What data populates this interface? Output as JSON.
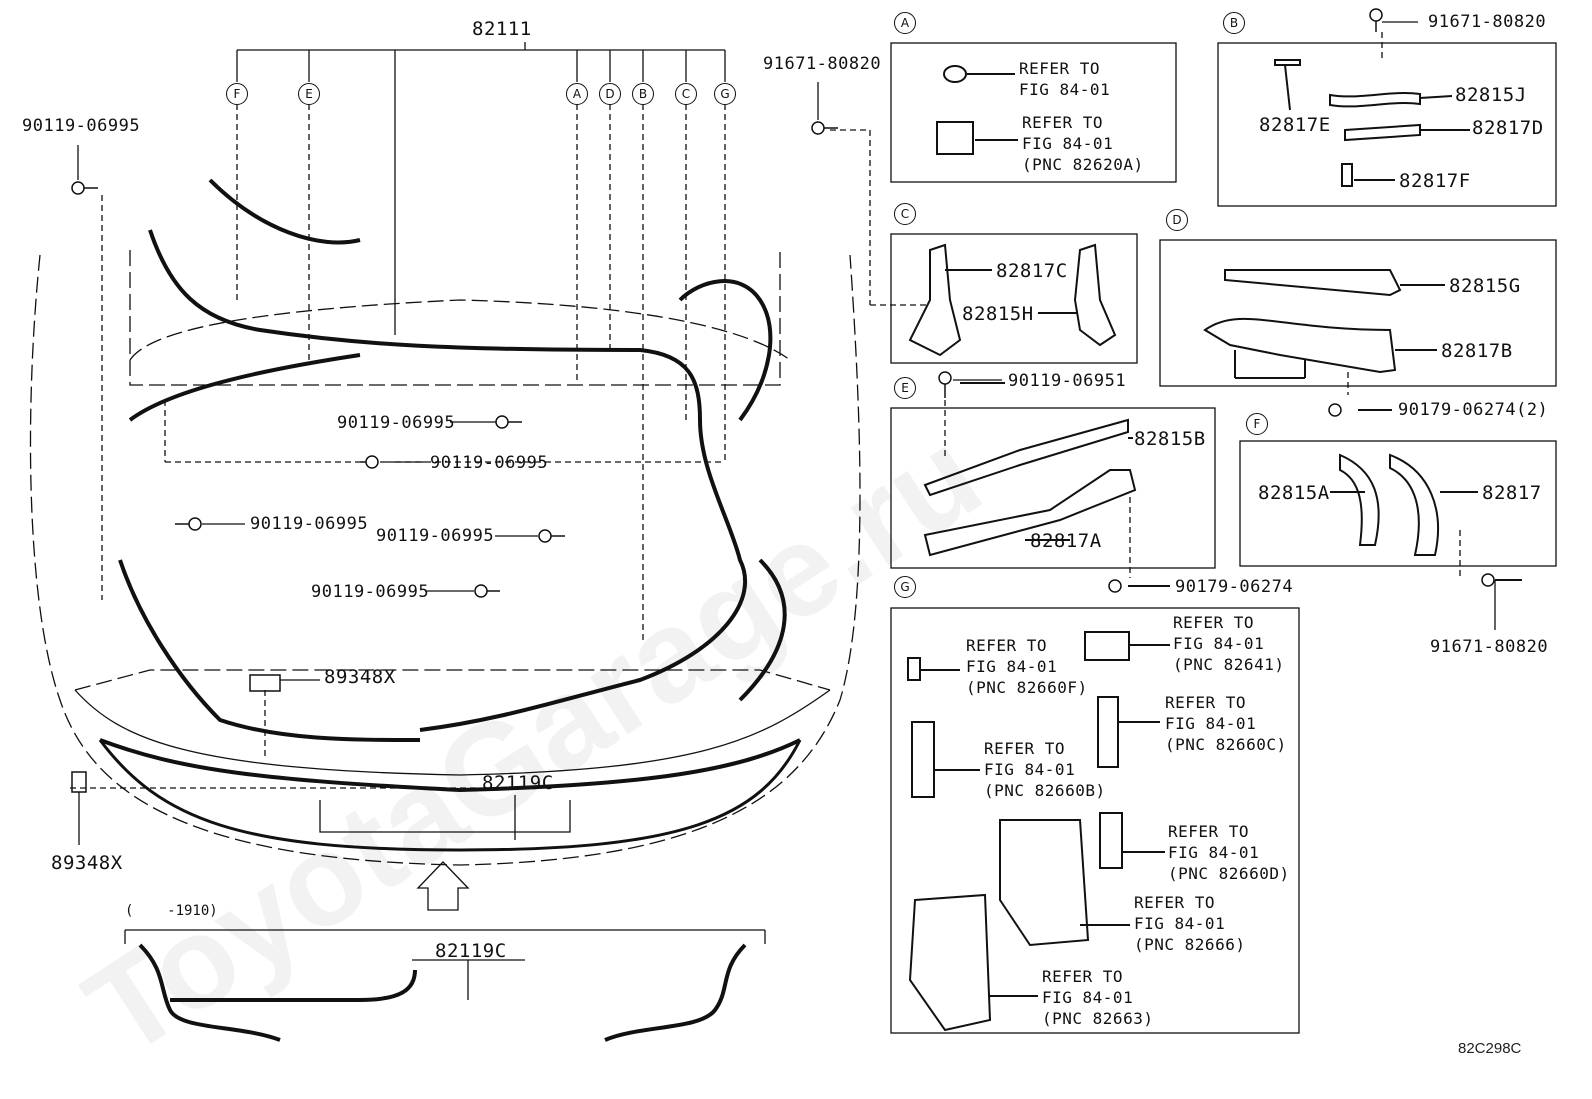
{
  "watermark": "ToyotaGarage.ru",
  "diagram_code": "82C298C",
  "main": {
    "part_82111": "82111",
    "callouts_top": [
      "F",
      "E",
      "A",
      "D",
      "B",
      "C",
      "G"
    ],
    "bolt_left": "90119-06995",
    "bolt_center_1": "90119-06995",
    "bolt_center_2": "90119-06995",
    "bolt_center_3": "90119-06995",
    "bolt_center_4": "90119-06995",
    "bolt_center_5": "90119-06995",
    "bolt_top_center": "91671-80820",
    "clip_1": "89348X",
    "clip_2": "89348X",
    "part_82119c": "82119C"
  },
  "inset_bottom": {
    "range": "(    -1910)",
    "part": "82119C"
  },
  "detail_A": {
    "callout": "A",
    "ref1": "REFER TO\nFIG 84-01",
    "ref2": "REFER TO\nFIG 84-01\n(PNC 82620A)"
  },
  "detail_B": {
    "callout": "B",
    "bolt": "91671-80820",
    "p1": "82815J",
    "p2": "82817E",
    "p3": "82817D",
    "p4": "82817F"
  },
  "detail_C": {
    "callout": "C",
    "p1": "82817C",
    "p2": "82815H"
  },
  "detail_D": {
    "callout": "D",
    "p1": "82815G",
    "p2": "82817B",
    "clip": "90179-06274(2)"
  },
  "detail_E": {
    "callout": "E",
    "bolt": "90119-06951",
    "p1": "82815B",
    "p2": "82817A",
    "clip": "90179-06274"
  },
  "detail_F": {
    "callout": "F",
    "p1": "82815A",
    "p2": "82817",
    "bolt": "91671-80820"
  },
  "detail_G": {
    "callout": "G",
    "r1": "REFER TO\nFIG 84-01\n(PNC 82660F)",
    "r2": "REFER TO\nFIG 84-01\n(PNC 82641)",
    "r3": "REFER TO\nFIG 84-01\n(PNC 82660C)",
    "r4": "REFER TO\nFIG 84-01\n(PNC 82660B)",
    "r5": "REFER TO\nFIG 84-01\n(PNC 82660D)",
    "r6": "REFER TO\nFIG 84-01\n(PNC 82666)",
    "r7": "REFER TO\nFIG 84-01\n(PNC 82663)"
  }
}
